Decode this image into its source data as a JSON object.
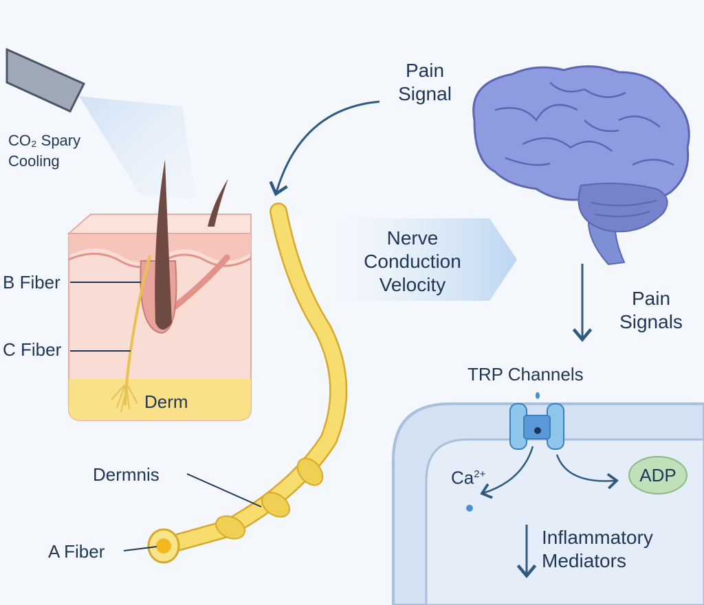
{
  "cooling": {
    "line1": "CO₂ Spary",
    "line2": "Cooling"
  },
  "pain_signal": {
    "line1": "Pain",
    "line2": "Signal"
  },
  "pain_signals": {
    "line1": "Pain",
    "line2": "Signals"
  },
  "conduction": {
    "line1": "Nerve",
    "line2": "Conduction",
    "line3": "Velocity"
  },
  "fibers": {
    "b": "B Fiber",
    "c": "C Fiber",
    "a": "A Fiber"
  },
  "skin": {
    "derm": "Derm",
    "dermnis": "Dermnis"
  },
  "cell": {
    "trp": "TRP Channels",
    "ca_base": "Ca",
    "ca_sup": "2+",
    "adp": "ADP",
    "inflam1": "Inflammatory",
    "inflam2": "Mediators"
  },
  "colors": {
    "text": "#1d3557",
    "brain": "#8e9be0",
    "nerve": "#f5d553",
    "skin": "#f7d2cb",
    "cell": "#e4edf8",
    "adp": "#bfe0b8"
  }
}
